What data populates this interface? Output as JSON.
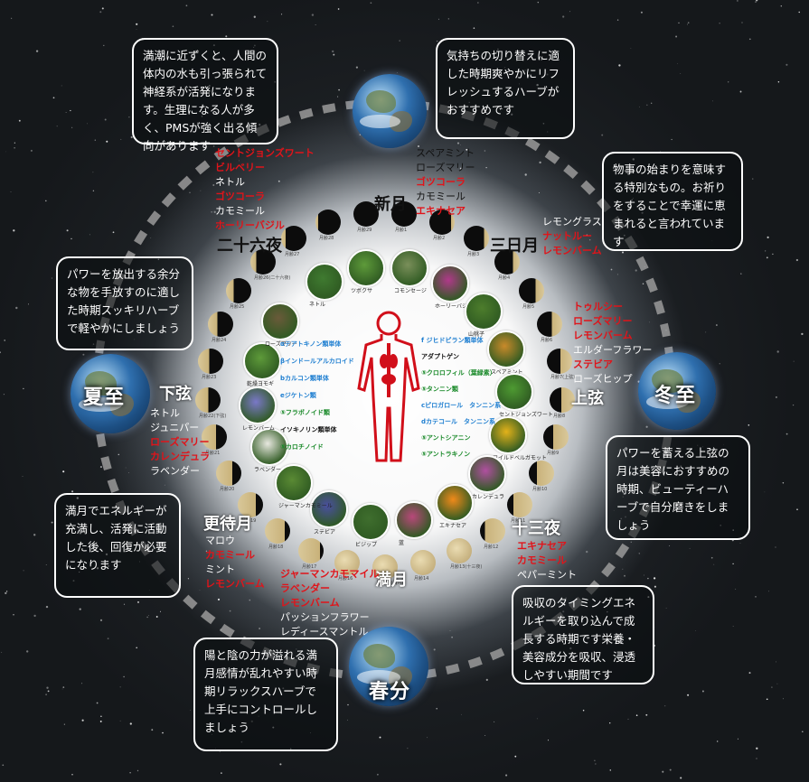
{
  "labels": {
    "shingetsu": "新月",
    "mikazuki": "三日月",
    "jogen": "上弦",
    "jusanya": "十三夜",
    "mangetsu": "満月",
    "fukemachi": "更待月",
    "kagen": "下弦",
    "nijurokuya": "二十六夜"
  },
  "earth_labels": {
    "geshi": "夏至",
    "toji": "冬至",
    "shunbun": "春分"
  },
  "boxes": {
    "top_left": "満潮に近ずくと、人間の体内の水も引っ張られて神経系が活発になります。生理になる人が多く、PMSが強く出る傾向があります",
    "top_right": "気持ちの切り替えに適した時期爽やかにリフレッシュするハーブがおすすめです",
    "right_upper": "物事の始まりを意味する特別なもの。お祈りをすることで幸運に恵まれると言われています",
    "left_upper": "パワーを放出する余分な物を手放すのに適した時期スッキリハーブで軽やかにしましょう",
    "right_middle": "パワーを蓄える上弦の月は美容におすすめの時期、ビューティーハーブで自分磨きをしましょう",
    "left_lower": "満月でエネルギーが充満し、活発に活動した後、回復が必要になります",
    "right_lower": "吸収のタイミングエネルギーを取り込んで成長する時期です栄養・美容成分を吸収、浸透しやすい期間です",
    "bottom": "陽と陰の力が溢れる満月感情が乱れやすい時期リラックスハーブで上手にコントロールしましょう"
  },
  "herb_lists": {
    "shingetsu": [
      {
        "t": "スペアミント",
        "red": false
      },
      {
        "t": "ローズマリー",
        "red": false
      },
      {
        "t": "ゴツコーラ",
        "red": true
      },
      {
        "t": "カモミール",
        "red": false
      },
      {
        "t": "エキナセア",
        "red": true
      }
    ],
    "nijurokuya": [
      {
        "t": "セントジョンズワート",
        "red": true
      },
      {
        "t": "ビルベリー",
        "red": true
      },
      {
        "t": "ネトル",
        "red": false
      },
      {
        "t": "ゴツコーラ",
        "red": true
      },
      {
        "t": "カモミール",
        "red": false
      },
      {
        "t": "ホーリーバジル",
        "red": true
      }
    ],
    "mikazuki": [
      {
        "t": "レモングラス",
        "red": false
      },
      {
        "t": "ナットルー",
        "red": true
      },
      {
        "t": "レモンバーム",
        "red": true
      }
    ],
    "jogen": [
      {
        "t": "トゥルシー",
        "red": true
      },
      {
        "t": "ローズマリー",
        "red": true
      },
      {
        "t": "レモンバーム",
        "red": true
      },
      {
        "t": "エルダーフラワー",
        "red": false
      },
      {
        "t": "ステビア",
        "red": true
      },
      {
        "t": "ローズヒップ",
        "red": false
      }
    ],
    "kagen": [
      {
        "t": "ネトル",
        "red": false
      },
      {
        "t": "ジュニパー",
        "red": false
      },
      {
        "t": "ローズマリー",
        "red": true
      },
      {
        "t": "カレンデュラ",
        "red": true
      },
      {
        "t": "ラベンダー",
        "red": false
      }
    ],
    "fukemachi": [
      {
        "t": "マロウ",
        "red": false
      },
      {
        "t": "カモミール",
        "red": true
      },
      {
        "t": "ミント",
        "red": false
      },
      {
        "t": "レモンバーム",
        "red": true
      }
    ],
    "jusanya": [
      {
        "t": "エキナセア",
        "red": true
      },
      {
        "t": "カモミール",
        "red": true
      },
      {
        "t": "ペパーミント",
        "red": false
      }
    ],
    "mangetsu": [
      {
        "t": "ジャーマンカモマイル",
        "red": true
      },
      {
        "t": "ラベンダー",
        "red": true
      },
      {
        "t": "レモンバーム",
        "red": true
      },
      {
        "t": "パッションフラワー",
        "red": false
      },
      {
        "t": "レディースマントル",
        "red": false
      }
    ]
  },
  "herb_ring": [
    {
      "name": "ネトル",
      "color": "#3f7a30"
    },
    {
      "name": "ツボクサ",
      "color": "#5e9a3a"
    },
    {
      "name": "コモンセージ",
      "color": "#7a8f5a"
    },
    {
      "name": "ホーリーバジル",
      "color": "#b0398a"
    },
    {
      "name": "山桃子",
      "color": "#4d7d2c"
    },
    {
      "name": "スペアミント",
      "color": "#c98a2a"
    },
    {
      "name": "セントジョンズワート",
      "color": "#4e9a32"
    },
    {
      "name": "ワイルドベルガモット",
      "color": "#e3b21a"
    },
    {
      "name": "カレンデュラ",
      "color": "#b04fa0"
    },
    {
      "name": "エキナセア",
      "color": "#f08a1a"
    },
    {
      "name": "蓝",
      "color": "#b8487a"
    },
    {
      "name": "ビジップ",
      "color": "#3f6e2e"
    },
    {
      "name": "ステビア",
      "color": "#4a4fa0"
    },
    {
      "name": "ジャーマンカモミール",
      "color": "#5a8a34"
    },
    {
      "name": "ラベンダー",
      "color": "#e8e8e0"
    },
    {
      "name": "レモンバーム",
      "color": "#7a78c8"
    },
    {
      "name": "乾燥ヨモギ",
      "color": "#5e9a3a"
    },
    {
      "name": "ローズマリー",
      "color": "#6a5a3a"
    }
  ],
  "body_labels": {
    "left": [
      {
        "t": "αテアトキノン類単体",
        "c": "blue"
      },
      {
        "t": "βインドールアルカロイド",
        "c": "blue"
      },
      {
        "t": "bカルコン類単体",
        "c": "blue"
      },
      {
        "t": "eジケトン類",
        "c": "blue"
      },
      {
        "t": "⑤フラボノイド類",
        "c": "green"
      },
      {
        "t": "イソキノリン類単体",
        "c": "black"
      },
      {
        "t": "⑤カロチノイド",
        "c": "green"
      }
    ],
    "right": [
      {
        "t": "f ジヒドピラン類単体",
        "c": "blue"
      },
      {
        "t": "アダプトゲン",
        "c": "black"
      },
      {
        "t": "⑤クロロフィル（葉緑素）",
        "c": "green"
      },
      {
        "t": "⑤タンニン類",
        "c": "green"
      },
      {
        "t": "cピロガロール　タンニン系",
        "c": "blue"
      },
      {
        "t": "dカテコール　タンニン系",
        "c": "blue"
      },
      {
        "t": "⑤アントシアニン",
        "c": "green"
      },
      {
        "t": "⑤アントラキノン",
        "c": "green"
      }
    ]
  },
  "moon_day_labels": [
    "月齢1",
    "月齢2",
    "月齢3",
    "月齢4",
    "月齢5",
    "月齢6",
    "月齢7(上弦)",
    "月齢8",
    "月齢9",
    "月齢10",
    "月齢11",
    "月齢12",
    "月齢13(十三夜)",
    "月齢14",
    "月齢15(満月)",
    "月齢16",
    "月齢17",
    "月齢18",
    "月齢19",
    "月齢20",
    "月齢21",
    "月齢22(下弦)",
    "月齢23",
    "月齢24",
    "月齢25",
    "月齢26(二十六夜)",
    "月齢27",
    "月齢28",
    "月齢29"
  ]
}
